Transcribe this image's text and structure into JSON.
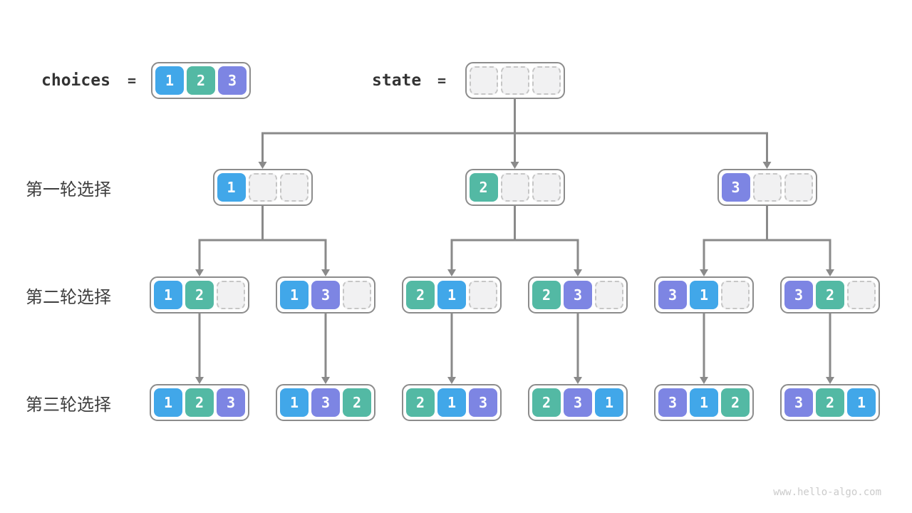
{
  "watermark": "www.hello-algo.com",
  "colors": {
    "1": "#41A7E9",
    "2": "#53B9A4",
    "3": "#7D85E3"
  },
  "line_color": "#8A8A8A",
  "header": {
    "choices_label": "choices",
    "choices_equals": "=",
    "choices_cells": [
      "1",
      "2",
      "3"
    ],
    "state_label": "state",
    "state_equals": "=",
    "state_cells": [
      "",
      "",
      ""
    ]
  },
  "rows": [
    {
      "label": "第一轮选择",
      "nodes": [
        [
          "1",
          "",
          ""
        ],
        [
          "2",
          "",
          ""
        ],
        [
          "3",
          "",
          ""
        ]
      ]
    },
    {
      "label": "第二轮选择",
      "nodes": [
        [
          "1",
          "2",
          ""
        ],
        [
          "1",
          "3",
          ""
        ],
        [
          "2",
          "1",
          ""
        ],
        [
          "2",
          "3",
          ""
        ],
        [
          "3",
          "1",
          ""
        ],
        [
          "3",
          "2",
          ""
        ]
      ]
    },
    {
      "label": "第三轮选择",
      "nodes": [
        [
          "1",
          "2",
          "3"
        ],
        [
          "1",
          "3",
          "2"
        ],
        [
          "2",
          "1",
          "3"
        ],
        [
          "2",
          "3",
          "1"
        ],
        [
          "3",
          "1",
          "2"
        ],
        [
          "3",
          "2",
          "1"
        ]
      ]
    }
  ]
}
